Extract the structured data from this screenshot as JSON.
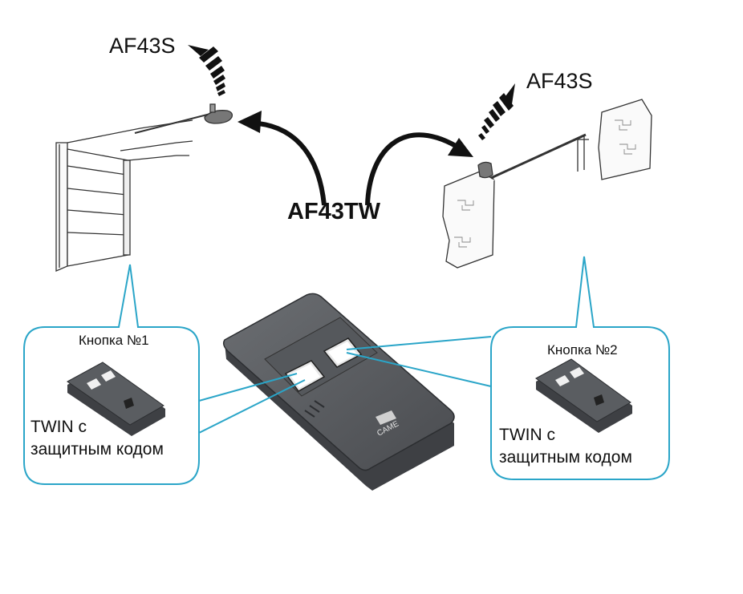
{
  "labels": {
    "receiver_left": "AF43S",
    "receiver_right": "AF43S",
    "transmitter": "AF43TW"
  },
  "callouts": [
    {
      "button": "Кнопка №1",
      "description_line1": "TWIN с",
      "description_line2": "защитным кодом"
    },
    {
      "button": "Кнопка №2",
      "description_line1": "TWIN с",
      "description_line2": "защитным кодом"
    }
  ],
  "remote_brand": "CAME",
  "colors": {
    "callout_stroke": "#2aa5c8",
    "arrow": "#111111",
    "remote_body": "#5a5d61"
  }
}
